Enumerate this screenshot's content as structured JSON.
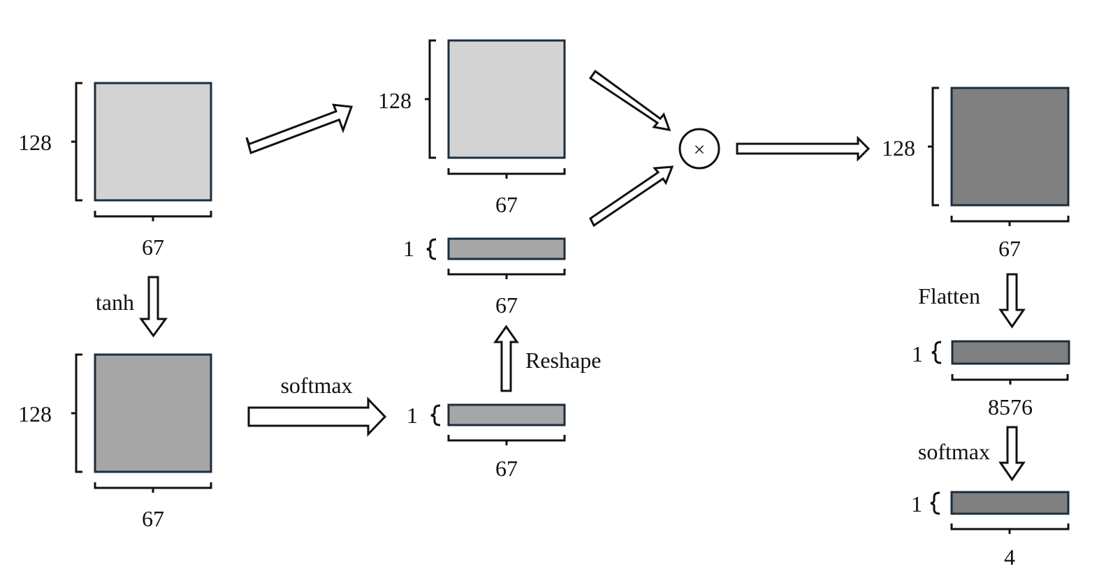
{
  "colors": {
    "light": "#d3d3d3",
    "medium": "#a6a6a6",
    "dark": "#808080",
    "border": "#1e2d3b"
  },
  "blocks": {
    "input": {
      "height_label": "128",
      "width_label": "67",
      "fill": "light"
    },
    "tanh_out": {
      "height_label": "128",
      "width_label": "67",
      "fill": "medium"
    },
    "copy": {
      "height_label": "128",
      "width_label": "67",
      "fill": "light"
    },
    "weights": {
      "height_label": "1",
      "width_label": "67",
      "fill": "medium"
    },
    "softmax_out": {
      "height_label": "1",
      "width_label": "67",
      "fill": "medium"
    },
    "product": {
      "height_label": "128",
      "width_label": "67",
      "fill": "dark"
    },
    "flat": {
      "height_label": "1",
      "width_label": "8576",
      "fill": "dark"
    },
    "output": {
      "height_label": "1",
      "width_label": "4",
      "fill": "dark"
    }
  },
  "operations": {
    "tanh": "tanh",
    "softmax_1": "softmax",
    "reshape": "Reshape",
    "flatten": "Flatten",
    "softmax_2": "softmax",
    "multiply_symbol": "×"
  }
}
